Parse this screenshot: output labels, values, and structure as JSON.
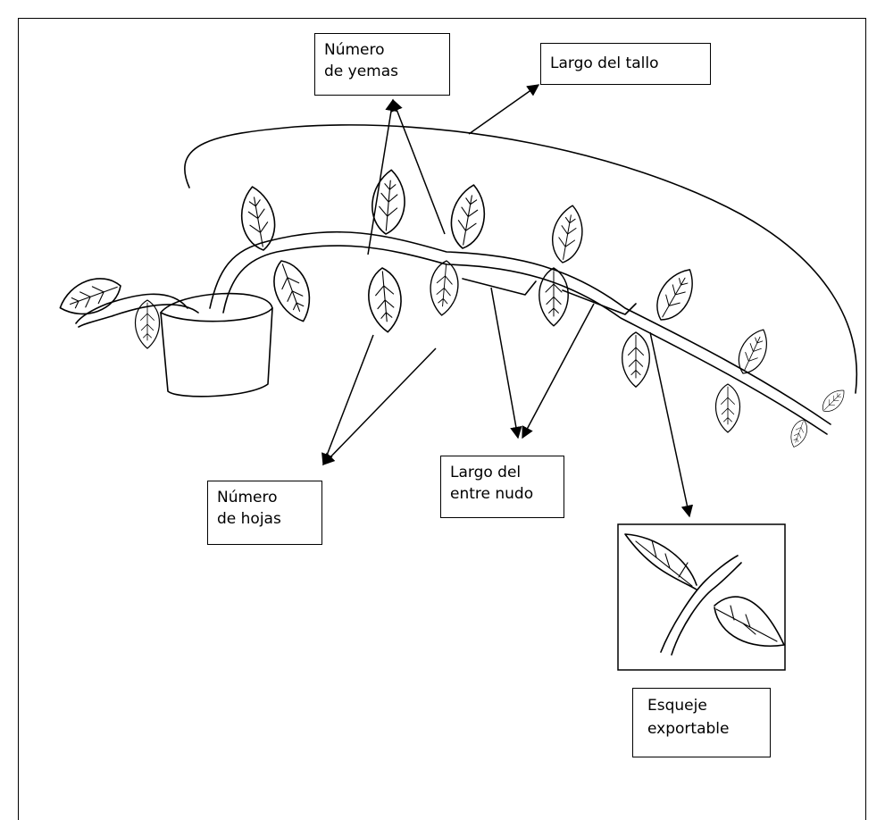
{
  "labels": {
    "numero_yemas": [
      "Número",
      "de yemas"
    ],
    "largo_tallo": [
      "Largo del tallo"
    ],
    "numero_hojas": [
      "Número",
      "de hojas"
    ],
    "largo_entre_nudo": [
      "Largo del",
      "entre nudo"
    ],
    "esqueje_exportable": [
      "Esqueje",
      "exportable"
    ]
  },
  "icons": [
    "plant-illustration",
    "pot-icon",
    "cutting-illustration"
  ],
  "colors": {
    "ink": "#000000",
    "background": "#ffffff"
  }
}
